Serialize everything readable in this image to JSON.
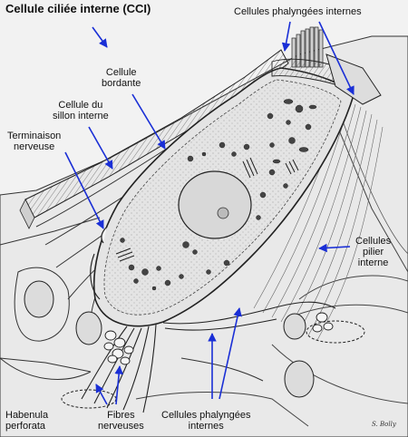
{
  "title": "Cellule ciliée interne (CCI)",
  "labels": {
    "phalangeal_top": "Cellules phalyngées internes",
    "border_cell": [
      "Cellule",
      "bordante"
    ],
    "inner_sulcus": [
      "Cellule du",
      "sillon interne"
    ],
    "nerve_ending": [
      "Terminaison",
      "nerveuse"
    ],
    "pillar_cells": [
      "Cellules",
      "pilier",
      "interne"
    ],
    "habenula": [
      "Habenula",
      "perforata"
    ],
    "nerve_fibers": [
      "Fibres",
      "nerveuses"
    ],
    "phalangeal_bottom": [
      "Cellules phalyngées",
      "internes"
    ]
  },
  "signature": "S. Bolly",
  "colors": {
    "arrow": "#1a2fd6",
    "ink": "#222222",
    "cell_fill": "#e6e6e6",
    "background": "#f2f2f2"
  }
}
